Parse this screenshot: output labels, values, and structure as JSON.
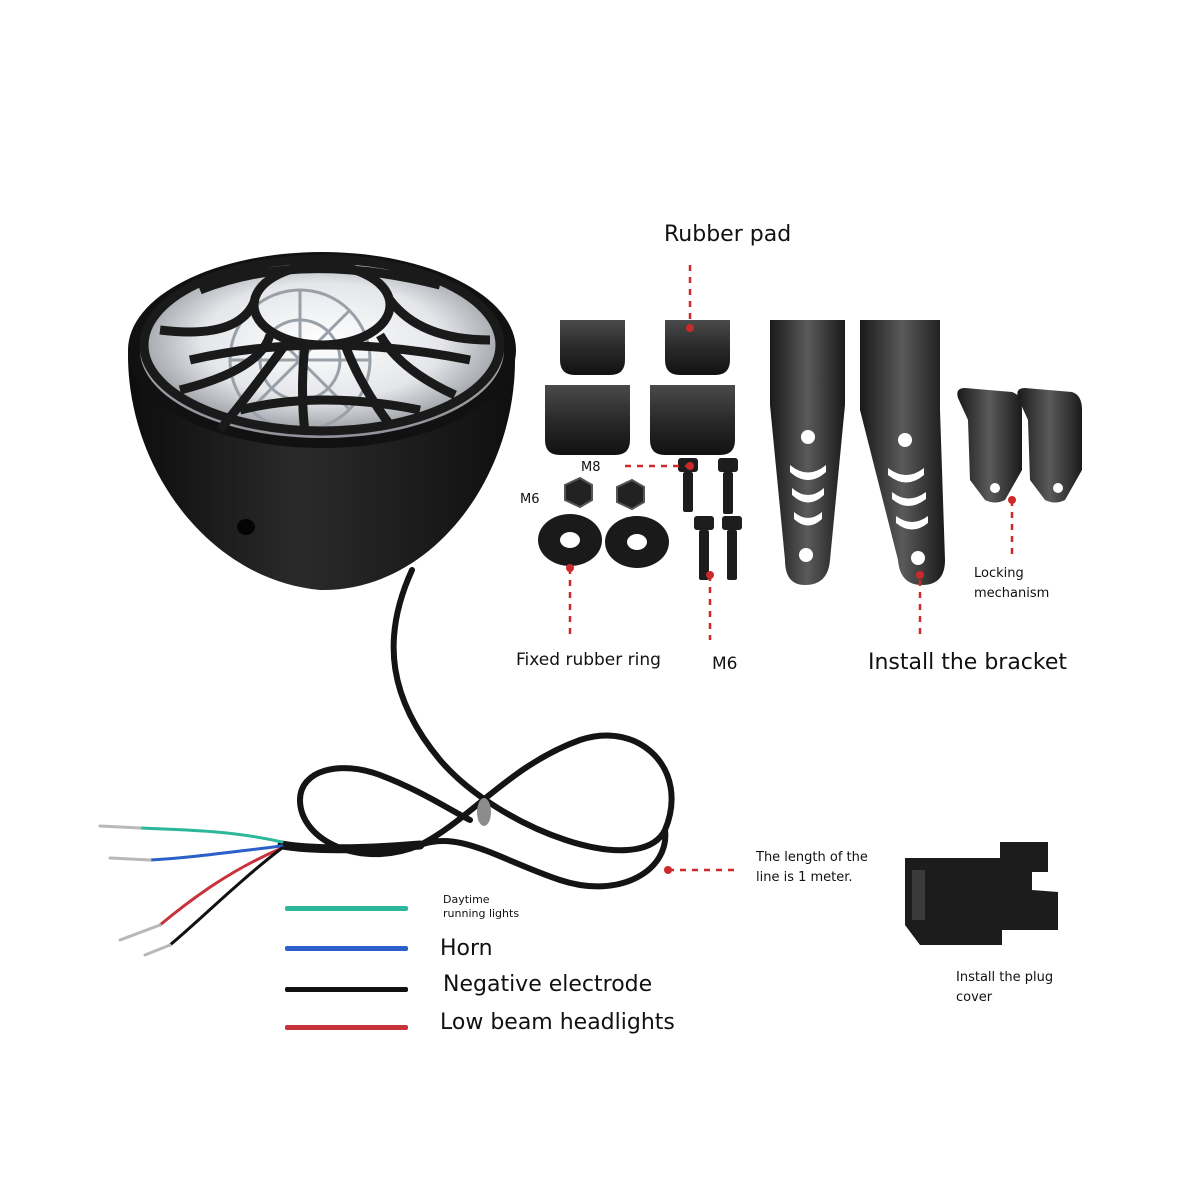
{
  "labels": {
    "rubber_pad": "Rubber pad",
    "m8": "M8",
    "m6_nut": "M6",
    "fixed_rubber_ring": "Fixed rubber ring",
    "m6_bolt": "M6",
    "install_bracket": "Install the bracket",
    "locking_line1": "Locking",
    "locking_line2": "mechanism",
    "line_length_line1": "The length of the",
    "line_length_line2": "line is 1 meter.",
    "plug_cover_line1": "Install the plug",
    "plug_cover_line2": "cover"
  },
  "legend": [
    {
      "label_line1": "Daytime",
      "label_line2": "running lights",
      "color": "#2bb79a"
    },
    {
      "label": "Horn",
      "color": "#2b5fc9"
    },
    {
      "label": "Negative electrode",
      "color": "#111111"
    },
    {
      "label": "Low beam headlights",
      "color": "#c8323a"
    }
  ],
  "colors": {
    "leader_line": "#cc2a2a",
    "product_black": "#1c1c1c"
  }
}
